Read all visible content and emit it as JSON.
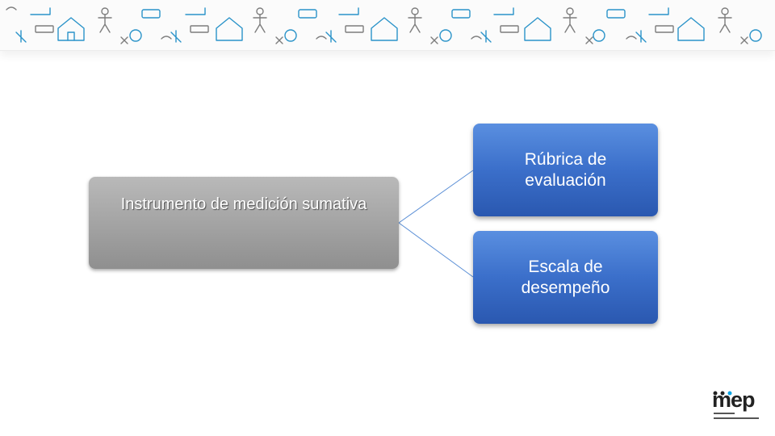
{
  "diagram": {
    "parent": {
      "label": "Instrumento de medición sumativa"
    },
    "children": [
      {
        "label": "Rúbrica de evaluación"
      },
      {
        "label": "Escala de desempeño"
      }
    ]
  },
  "logo": {
    "text": "mep"
  },
  "colors": {
    "parent_fill": "#a2a2a2",
    "child_fill": "#3b6fca",
    "connector": "#5b8fd6",
    "banner_icons": "#2a93c9"
  }
}
